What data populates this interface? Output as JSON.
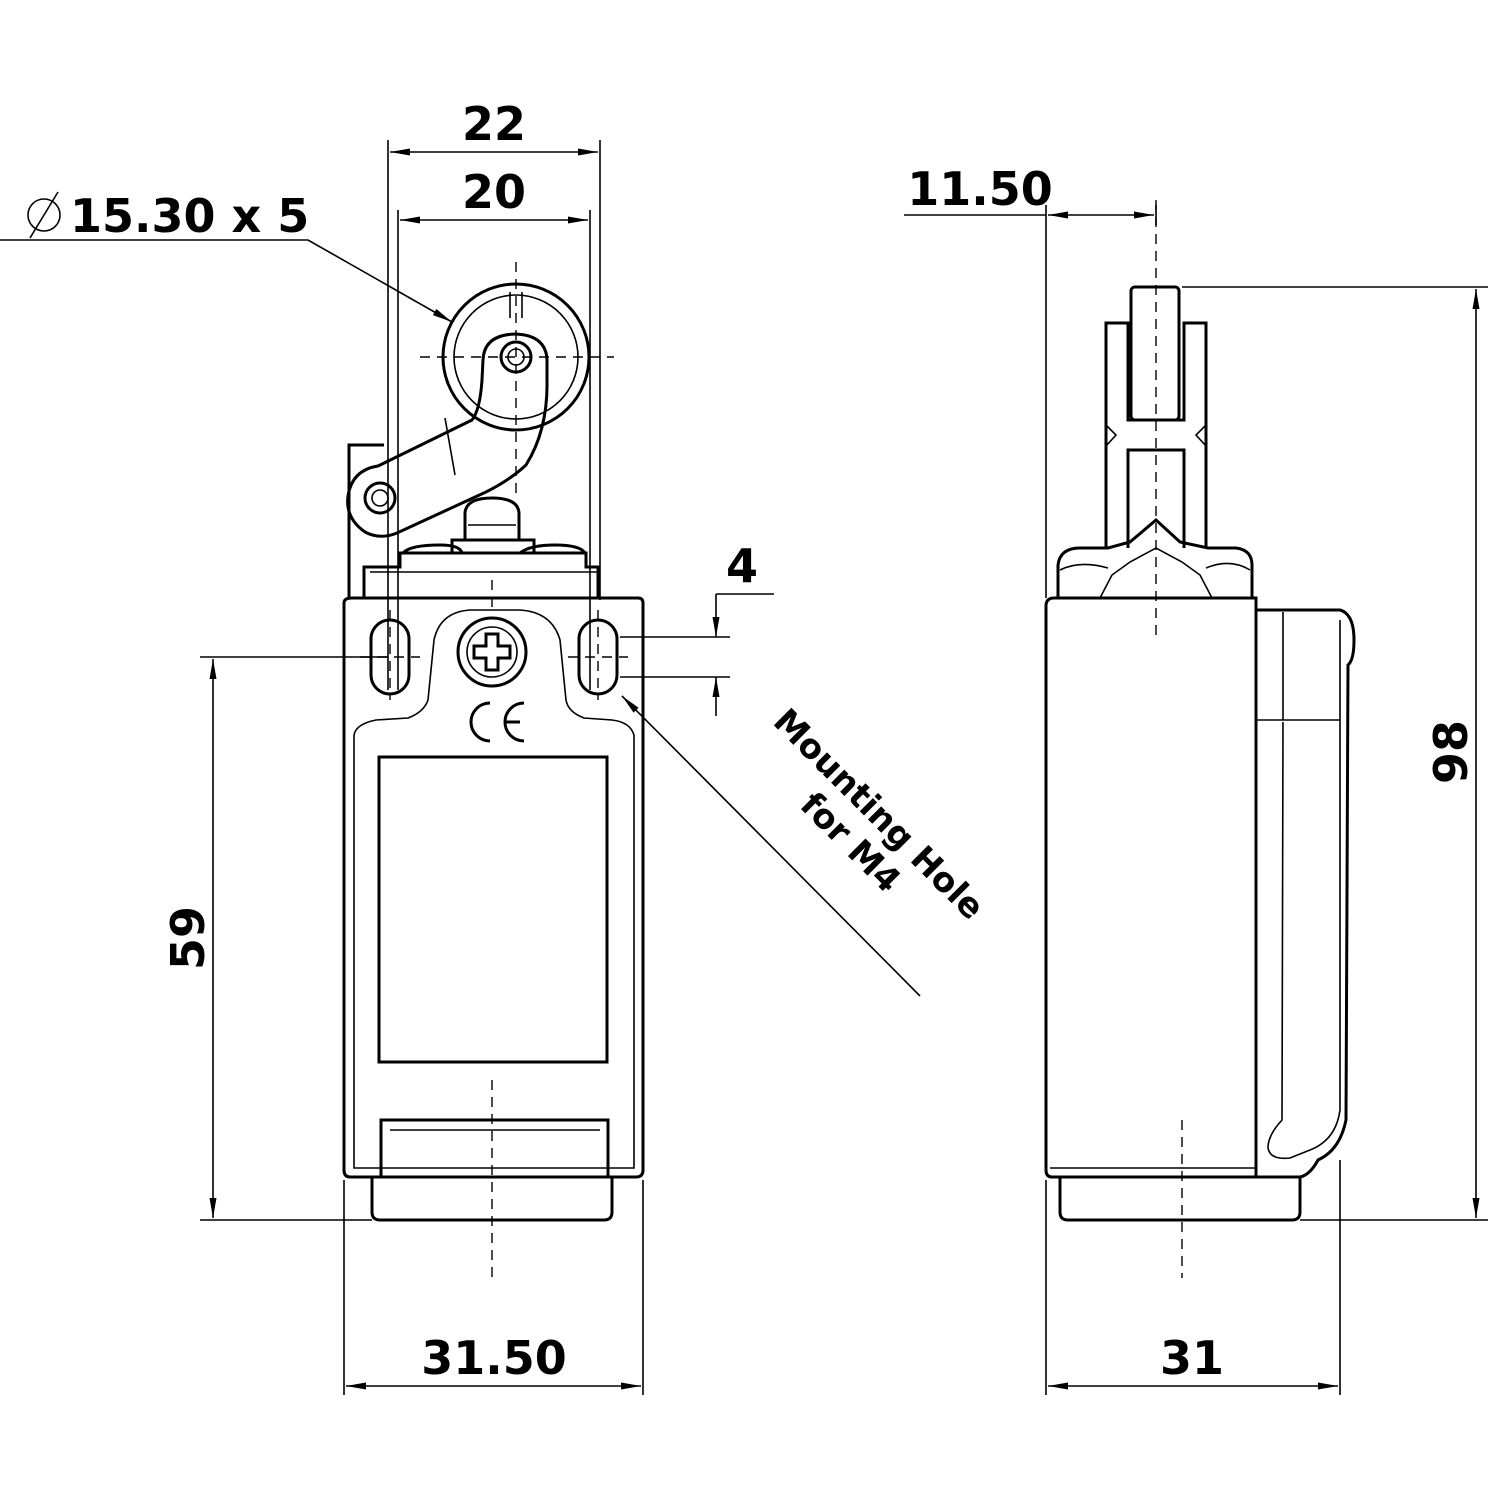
{
  "dimensions": {
    "roller_diameter": "15.30 x 5",
    "overall_lever_width": "22",
    "roller_width_span": "20",
    "side_offset": "11.50",
    "slot_height": "4",
    "mount_height": "59",
    "overall_height": "98",
    "front_width": "31.50",
    "side_width": "31"
  },
  "labels": {
    "mounting_hole_line1": "Mounting Hole",
    "mounting_hole_line2": "for M4",
    "ce_mark": "CE"
  },
  "symbols": {
    "diameter": "diameter-symbol"
  }
}
